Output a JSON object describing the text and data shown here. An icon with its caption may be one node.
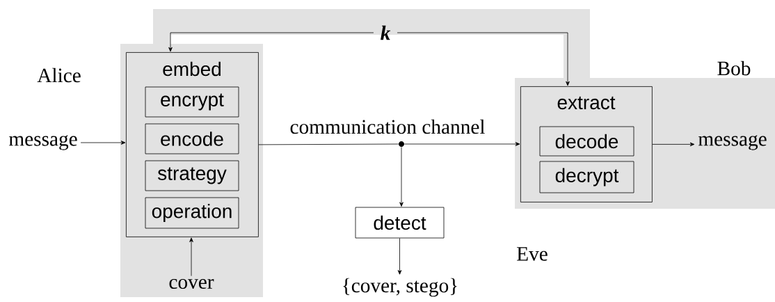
{
  "diagram": {
    "nodes": [
      {
        "text": [
          "message"
        ]
      },
      {
        "text": [
          "embed"
        ]
      },
      {
        "text": [
          "encrypt"
        ],
        "in": 1
      },
      {
        "text": [
          "encode"
        ],
        "in": 1
      },
      {
        "text": [
          "strategy"
        ],
        "in": 1
      },
      {
        "text": [
          "operation"
        ],
        "in": 1
      },
      {
        "text": [
          "cover"
        ]
      },
      {
        "text": [],
        "shape": "circle"
      },
      {
        "text": [
          "detect"
        ]
      },
      {
        "text": [
          "{cover, stego}"
        ]
      },
      {
        "text": [
          "extract"
        ]
      },
      {
        "text": [
          "decode"
        ],
        "in": 10
      },
      {
        "text": [
          "decrypt"
        ],
        "in": 10
      },
      {
        "text": [
          "message"
        ]
      },
      {
        "text": [
          "k"
        ]
      }
    ],
    "edges": [
      {
        "from": 0,
        "to": 1,
        "arrow": "to"
      },
      {
        "from": 6,
        "to": 1,
        "arrow": "to"
      },
      {
        "from": 1,
        "to": 7,
        "arrow": "none"
      },
      {
        "from": 7,
        "to": 10,
        "arrow": "to"
      },
      {
        "from": 7,
        "to": 8,
        "arrow": "to"
      },
      {
        "from": 8,
        "to": 9,
        "arrow": "to"
      },
      {
        "from": 10,
        "to": 13,
        "arrow": "to"
      },
      {
        "from": 14,
        "to": 1,
        "arrow": "to"
      },
      {
        "from": 14,
        "to": 10,
        "arrow": "to"
      }
    ],
    "labels": [
      "Bob",
      "Alice",
      "communication channel",
      "Eve"
    ]
  }
}
